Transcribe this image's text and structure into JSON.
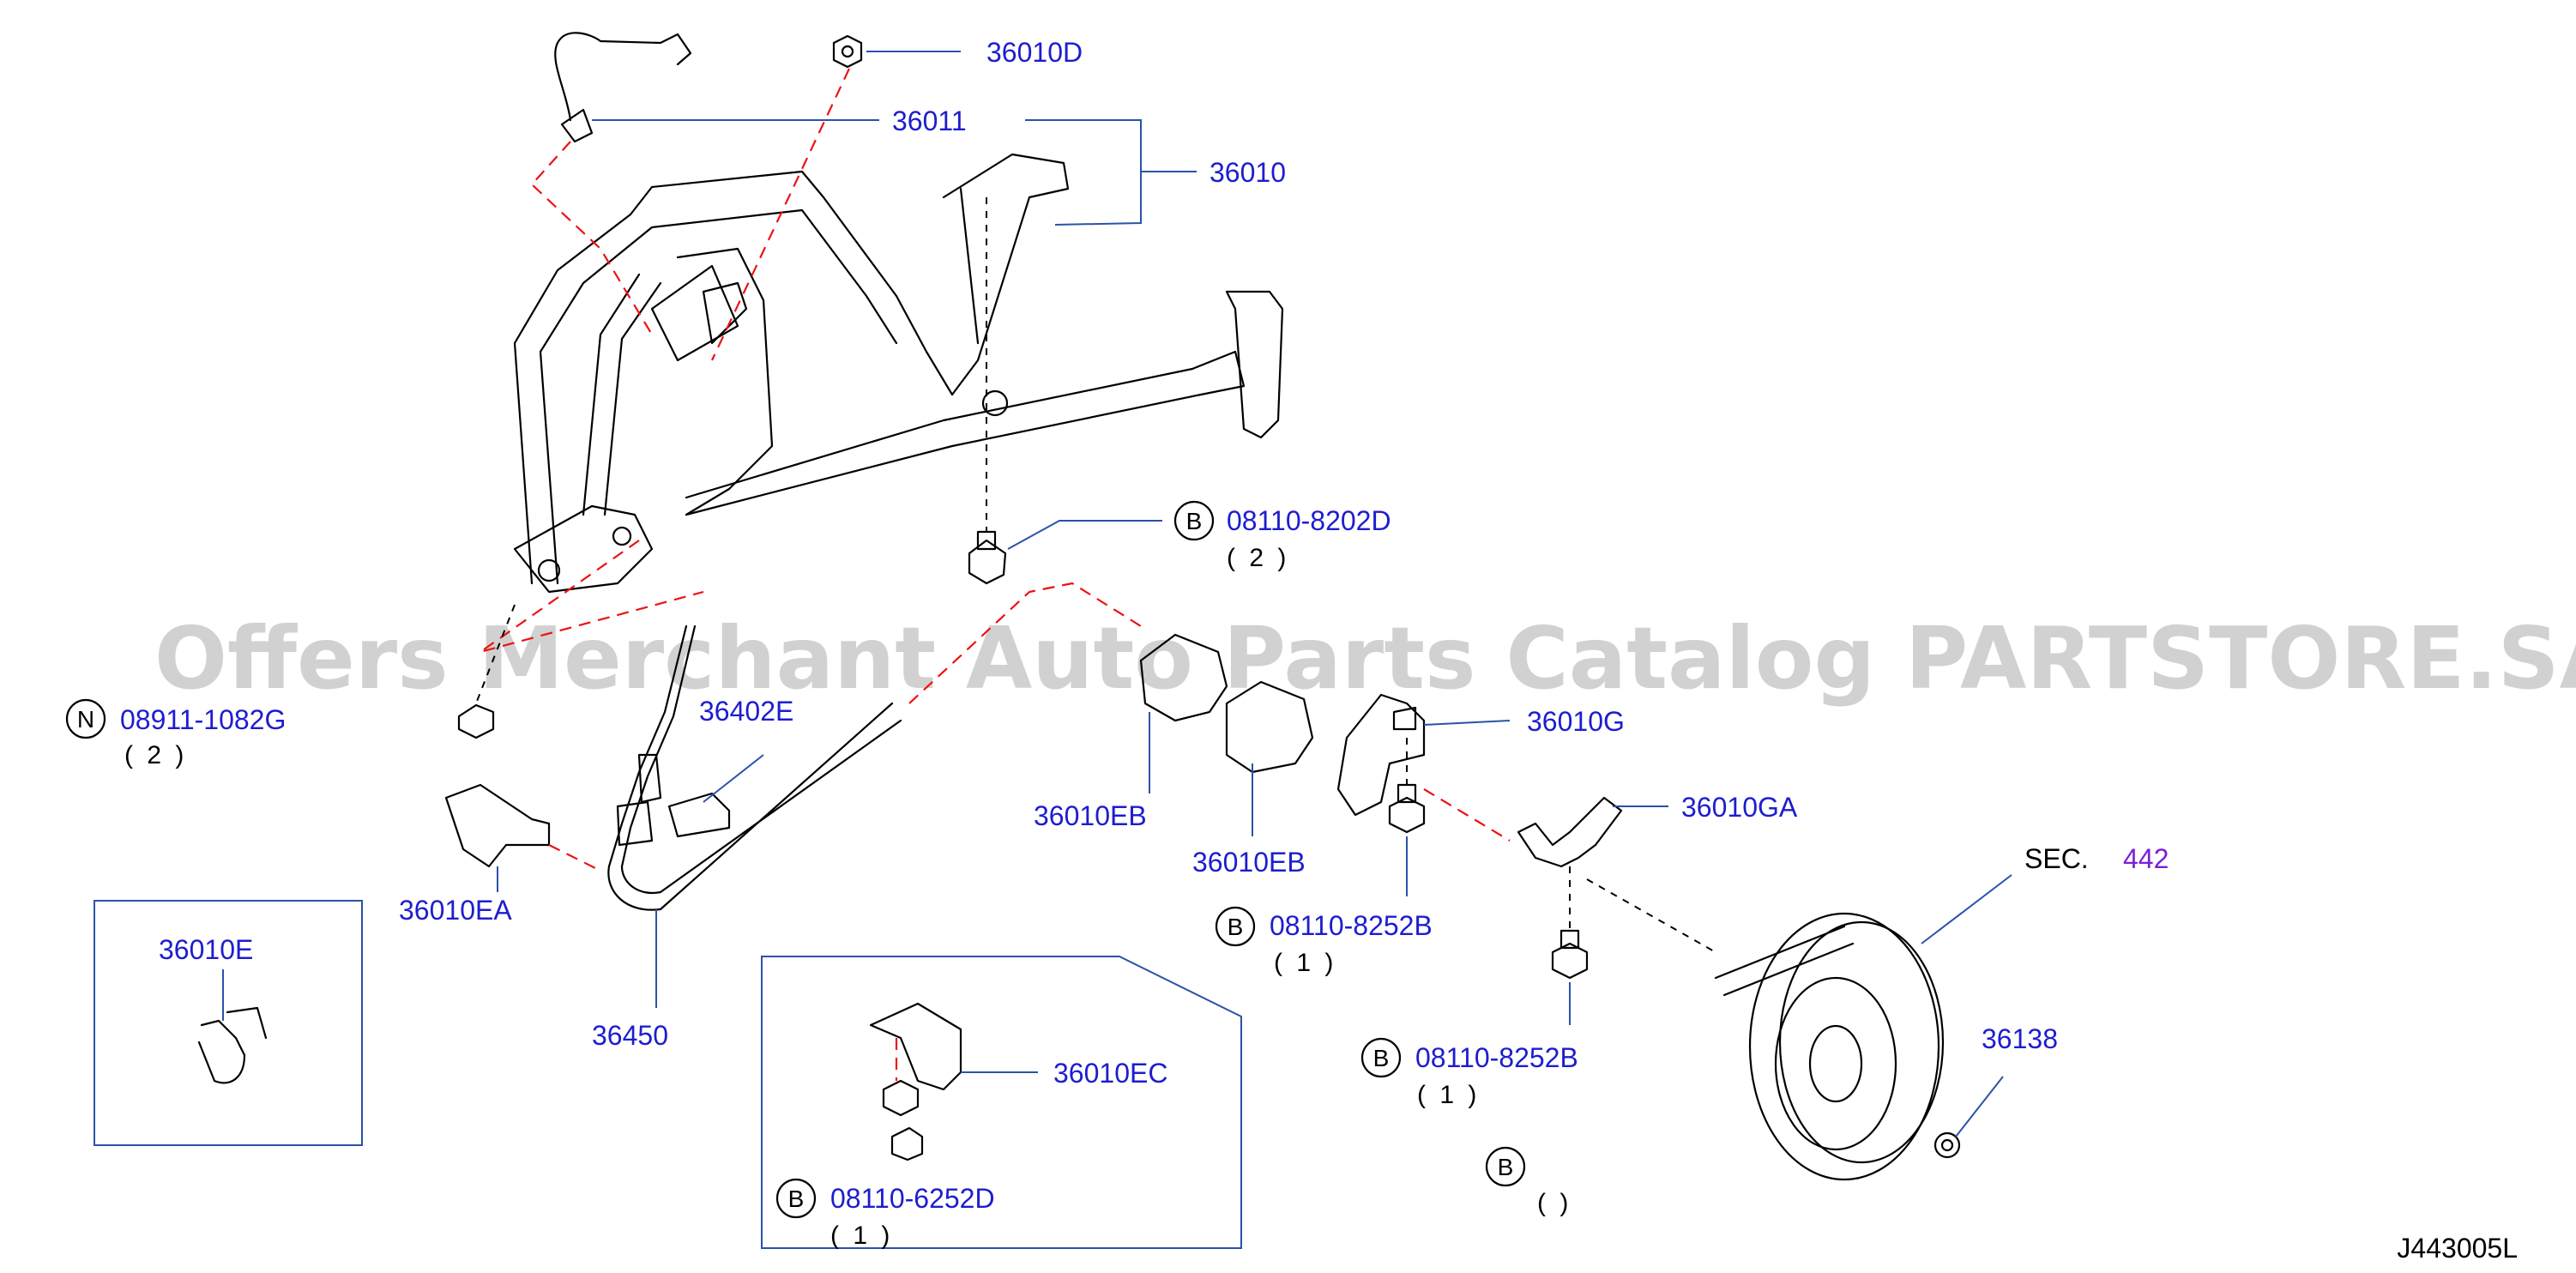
{
  "diagram": {
    "watermark": "Offers Merchant Auto Parts Catalog PARTSTORE.SA",
    "diagram_code": "J443005L",
    "section": {
      "prefix": "SEC.",
      "number": "442"
    },
    "parts": {
      "p36010D": "36010D",
      "p36011": "36011",
      "p36010": "36010",
      "p36402E": "36402E",
      "p36010EA": "36010EA",
      "p36450": "36450",
      "p36010E": "36010E",
      "p36010EB_1": "36010EB",
      "p36010EB_2": "36010EB",
      "p36010G": "36010G",
      "p36010GA": "36010GA",
      "p36010EC": "36010EC",
      "p36138": "36138"
    },
    "fasteners": {
      "f1": {
        "prefix": "B",
        "number": "08110-8202D",
        "qty": "( 2 )"
      },
      "f2": {
        "prefix": "N",
        "number": "08911-1082G",
        "qty": "( 2 )"
      },
      "f3": {
        "prefix": "B",
        "number": "08110-8252B",
        "qty": "( 1 )"
      },
      "f4": {
        "prefix": "B",
        "number": "08110-8252B",
        "qty": "( 1 )"
      },
      "f5": {
        "prefix": "B",
        "number": "08110-6252D",
        "qty": "( 1 )"
      },
      "f6": {
        "prefix": "B",
        "number": "",
        "qty": "(    )"
      }
    }
  }
}
